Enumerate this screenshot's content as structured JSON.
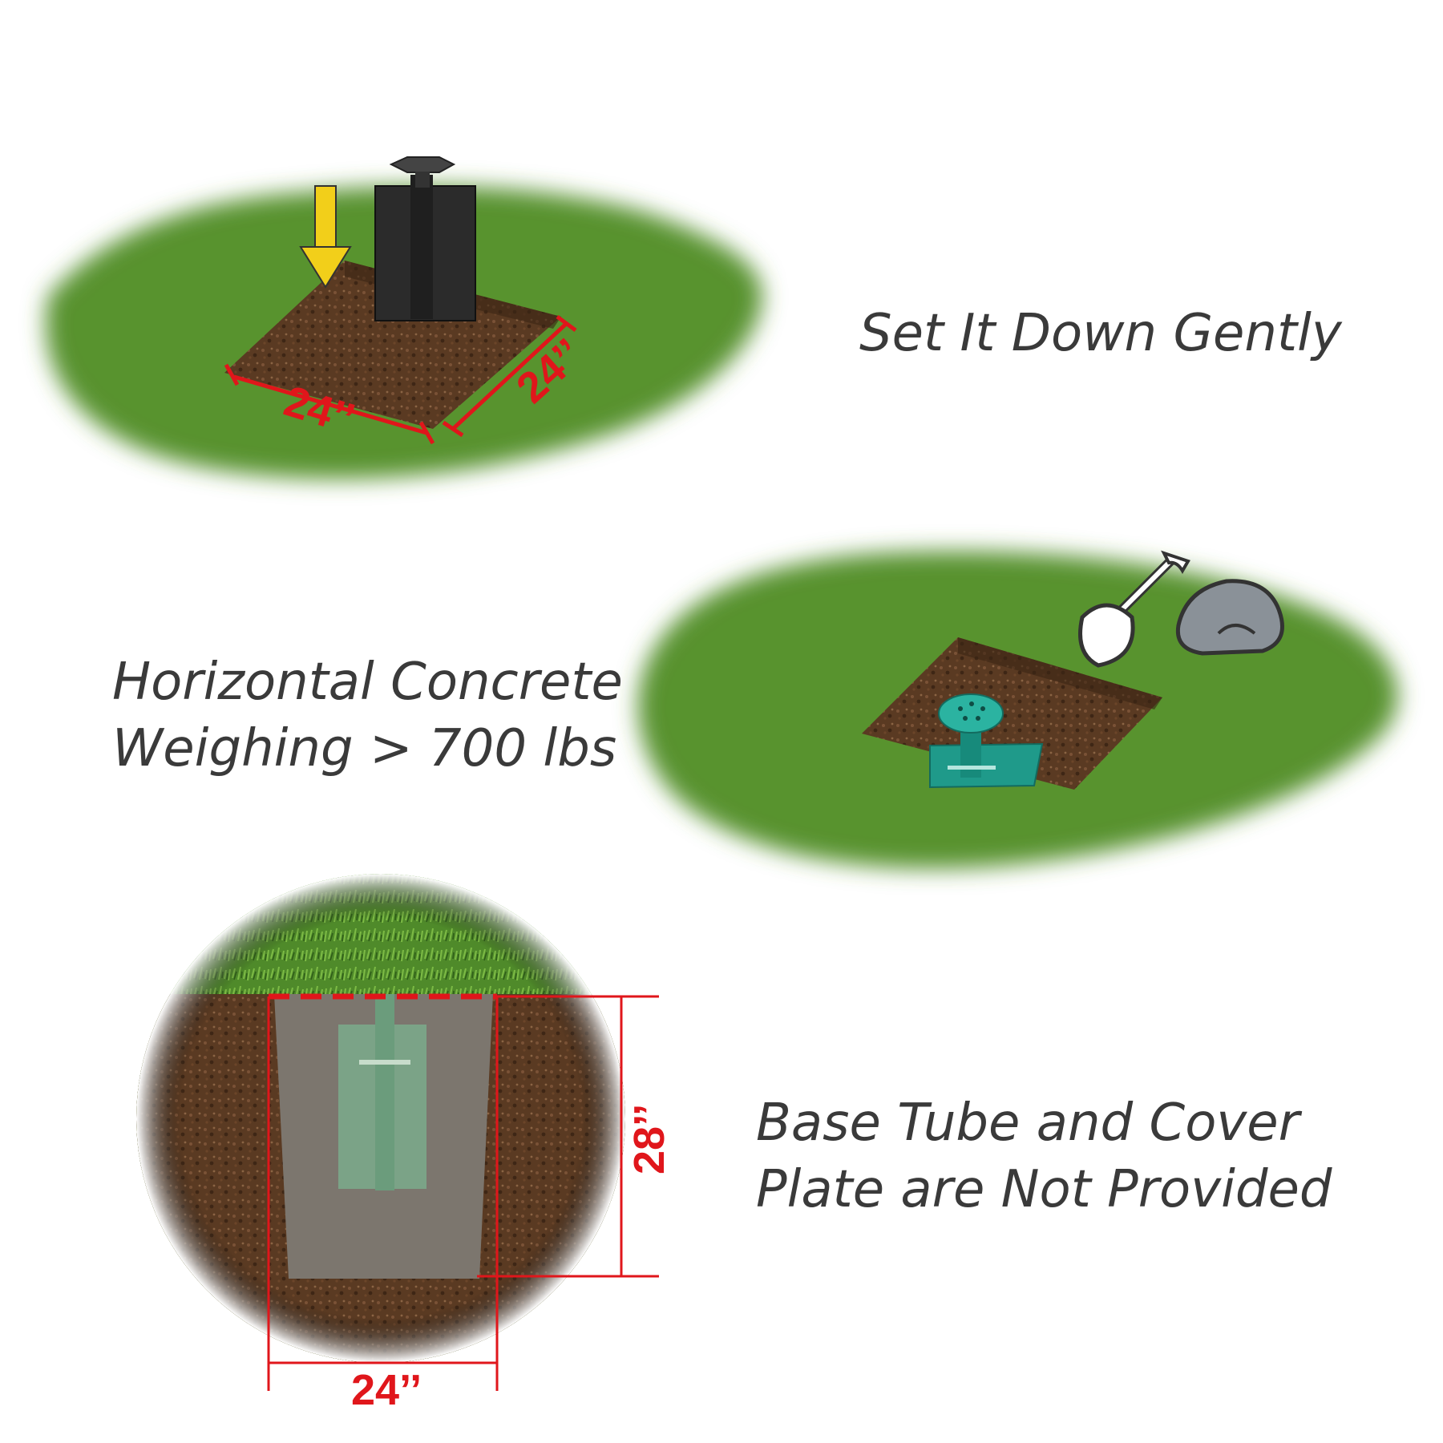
{
  "panels": [
    {
      "caption_lines": [
        "Set It Down Gently"
      ],
      "width_label": "24’’",
      "depth_label": "24’’"
    },
    {
      "caption_lines": [
        "Horizontal Concrete",
        "Weighing > 700 lbs"
      ]
    },
    {
      "caption_lines": [
        "Base Tube and Cover",
        "Plate are Not Provided"
      ],
      "width_label": "24’’",
      "height_label": "28’’"
    }
  ],
  "icons": [
    "down-arrow-icon",
    "shovel-icon",
    "rock-icon",
    "ground-anchor-icon"
  ],
  "colors": {
    "grass": "#4f8a2a",
    "grass_light": "#6fae3a",
    "soil": "#5a3a22",
    "concrete": "#7c766e",
    "anchor_black": "#2b2b2b",
    "anchor_teal": "#1f9a8a",
    "anchor_green_embedded": "#7ba88a",
    "dimension_red": "#e0161b",
    "arrow_yellow": "#f2cf1a",
    "rock": "#8a9198"
  }
}
